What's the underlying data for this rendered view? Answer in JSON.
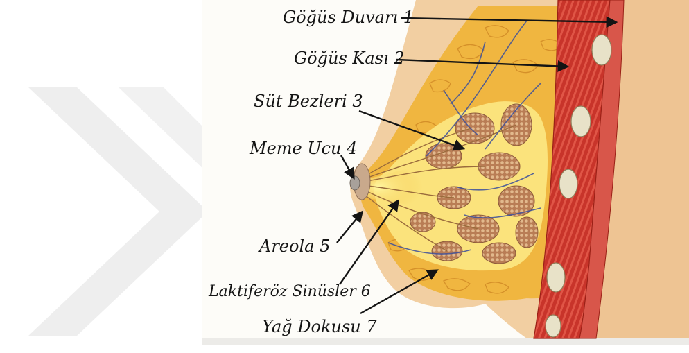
{
  "diagram": {
    "labels": [
      {
        "id": "chest_wall",
        "text": "Göğüs Duvarı 1"
      },
      {
        "id": "chest_muscle",
        "text": "Göğüs Kası 2"
      },
      {
        "id": "milk_glands",
        "text": "Süt Bezleri 3"
      },
      {
        "id": "nipple",
        "text": "Meme Ucu 4"
      },
      {
        "id": "areola",
        "text": "Areola 5"
      },
      {
        "id": "lactiferous_sinuses",
        "text": "Laktiferöz Sinüsler 6"
      },
      {
        "id": "fat_tissue",
        "text": "Yağ Dokusu 7"
      }
    ],
    "colors": {
      "paper": "#fdfcf8",
      "skin": "#f2cfa2",
      "fat": "#f0b640",
      "fat_light": "#fbe37c",
      "gland": "#c68a5f",
      "muscle": "#cf3a2e",
      "bone": "#e8e2c8",
      "vein": "#3b4f9c",
      "ink": "#141414",
      "watermark": "#eeeeee"
    }
  }
}
